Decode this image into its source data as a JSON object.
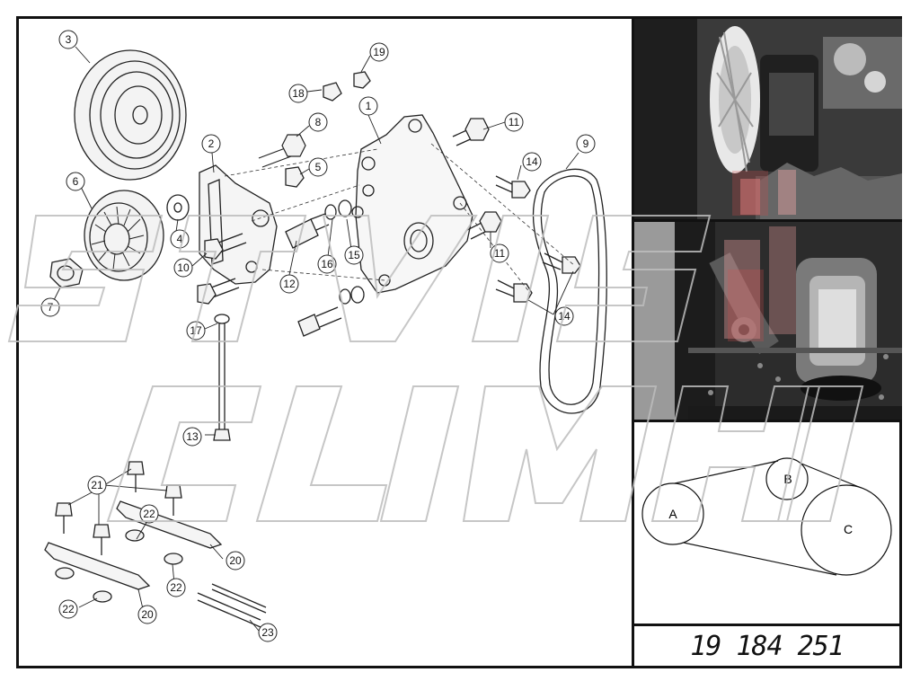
{
  "callouts": [
    "1",
    "2",
    "3",
    "4",
    "5",
    "6",
    "7",
    "8",
    "9",
    "10",
    "11",
    "11",
    "12",
    "13",
    "14",
    "14",
    "15",
    "16",
    "17",
    "18",
    "19",
    "20",
    "20",
    "21",
    "22",
    "22",
    "22",
    "23"
  ],
  "belt_diagram": {
    "pulley_a": "A",
    "pulley_b": "B",
    "pulley_c": "C"
  },
  "part_number": "19 184 251",
  "colors": {
    "frame": "#111111",
    "line": "#222222",
    "photo_dark": "#2a2a2a",
    "photo_mid": "#7a7a7a",
    "watermark_red": "#d94a4a"
  },
  "icons": [
    "exploded-parts-drawing",
    "engine-photo-top",
    "engine-photo-bottom",
    "watermark-logo"
  ]
}
